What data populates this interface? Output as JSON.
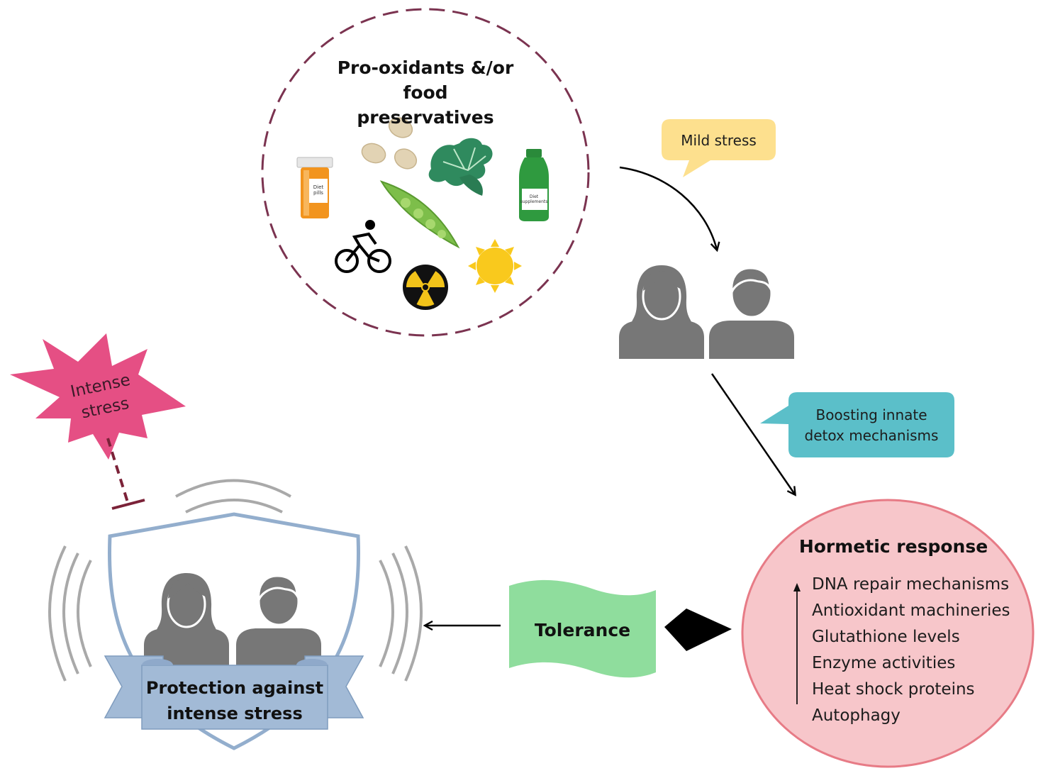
{
  "sources": {
    "title_line1": "Pro-oxidants &/or food",
    "title_line2": "preservatives",
    "pill_label_line1": "Diet",
    "pill_label_line2": "pills",
    "bottle_label_line1": "Diet",
    "bottle_label_line2": "supplements"
  },
  "mild_stress": {
    "label": "Mild stress"
  },
  "boost": {
    "line1": "Boosting innate",
    "line2": "detox mechanisms"
  },
  "hormetic": {
    "title": "Hormetic response",
    "items": [
      "DNA repair mechanisms",
      "Antioxidant machineries",
      "Glutathione levels",
      "Enzyme activities",
      "Heat shock proteins",
      "Autophagy"
    ]
  },
  "tolerance": {
    "label": "Tolerance"
  },
  "protection": {
    "line1": "Protection against",
    "line2": "intense stress"
  },
  "intense_stress": {
    "line1": "Intense",
    "line2": "stress"
  },
  "colors": {
    "dashed_circle": "#7b3350",
    "mild_callout": "#fde08e",
    "boost_callout": "#5bbfc9",
    "hormetic_fill": "#f7c6ca",
    "hormetic_border": "#e77b86",
    "tolerance_flag": "#8fdd9d",
    "shield_border": "#93aecd",
    "ribbon": "#a2bad6",
    "starburst": "#e54f84",
    "people": "#777777"
  }
}
